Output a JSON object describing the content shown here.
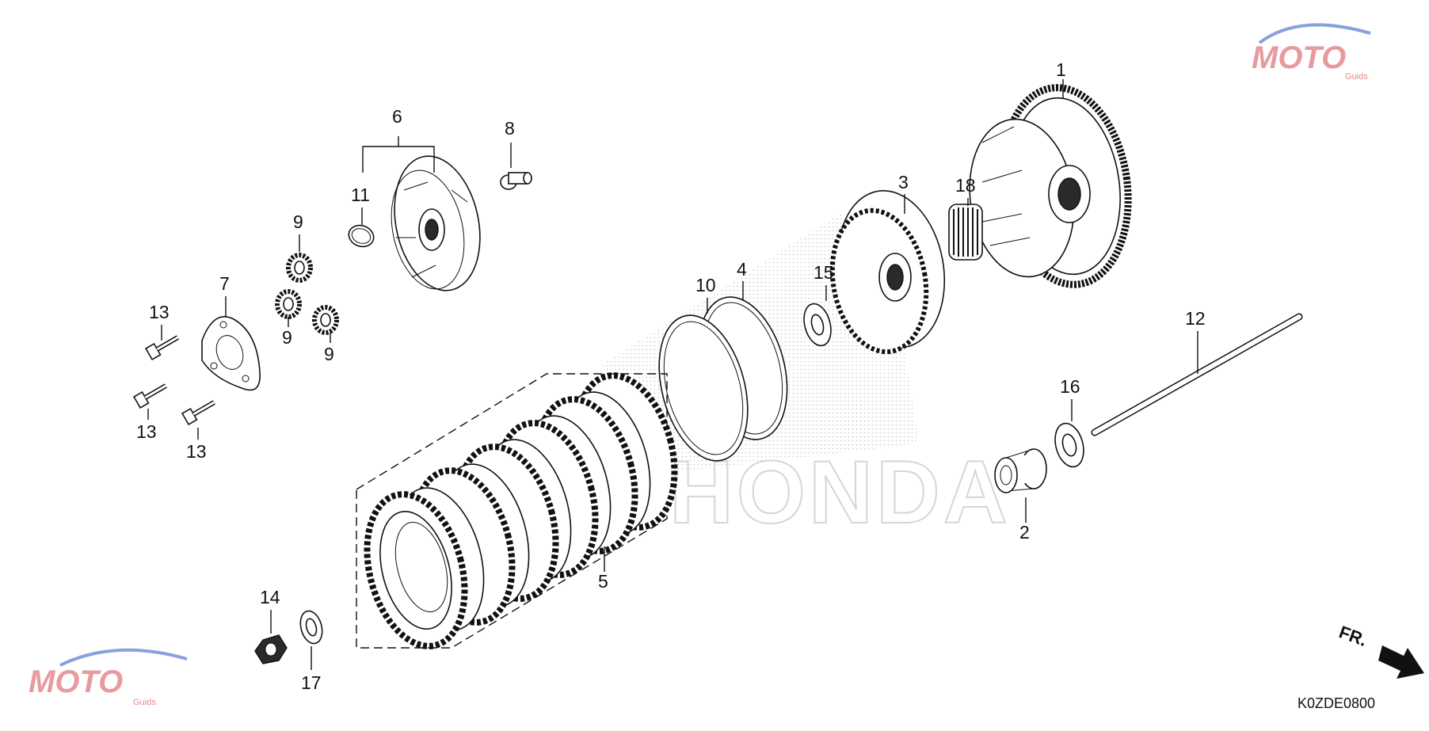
{
  "diagram": {
    "code": "K0ZDE0800",
    "direction_label": "FR.",
    "watermark_main": "MOTO",
    "watermark_sub": "Guids",
    "watermark_brand": "HONDA",
    "callouts": [
      {
        "label": "1"
      },
      {
        "label": "2"
      },
      {
        "label": "3"
      },
      {
        "label": "4"
      },
      {
        "label": "5"
      },
      {
        "label": "6"
      },
      {
        "label": "7"
      },
      {
        "label": "8"
      },
      {
        "label": "9"
      },
      {
        "label": "9"
      },
      {
        "label": "9"
      },
      {
        "label": "10"
      },
      {
        "label": "11"
      },
      {
        "label": "12"
      },
      {
        "label": "13"
      },
      {
        "label": "13"
      },
      {
        "label": "13"
      },
      {
        "label": "14"
      },
      {
        "label": "15"
      },
      {
        "label": "16"
      },
      {
        "label": "17"
      },
      {
        "label": "18"
      }
    ]
  },
  "colors": {
    "ink": "#111111",
    "watermark_red": "#d9323a",
    "watermark_blue": "#3b5bbf"
  },
  "icons": {
    "direction_arrow": "arrow-right-down-icon",
    "logo": "moto-guids-logo-icon"
  }
}
